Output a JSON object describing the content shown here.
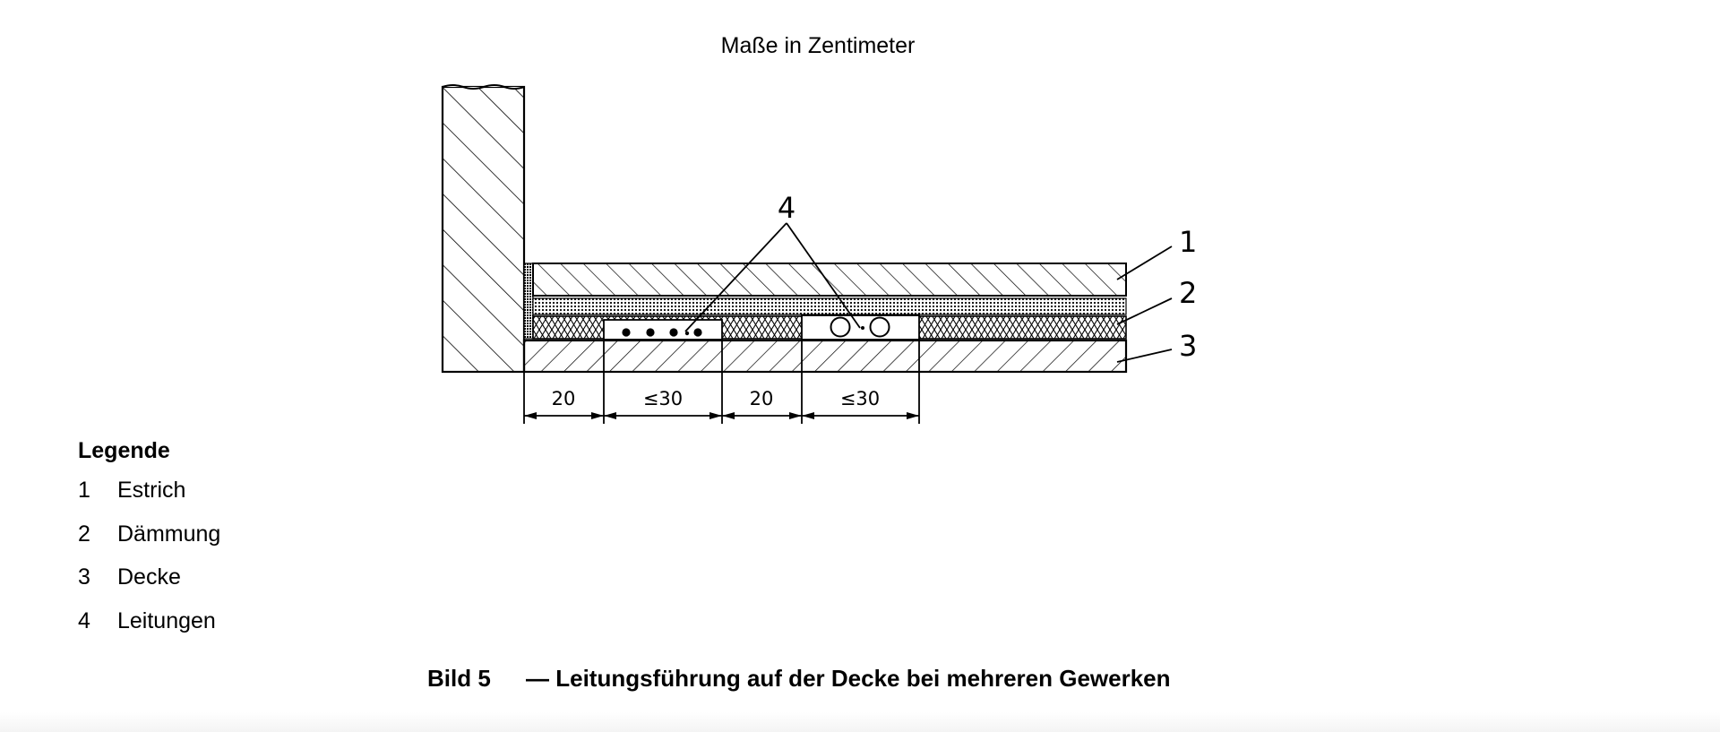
{
  "units_note": "Maße in Zentimeter",
  "dimensions": [
    "20",
    "≤30",
    "20",
    "≤30"
  ],
  "callouts": [
    "1",
    "2",
    "3",
    "4"
  ],
  "legend": {
    "title": "Legende",
    "items": [
      {
        "number": "1",
        "label": "Estrich"
      },
      {
        "number": "2",
        "label": "Dämmung"
      },
      {
        "number": "3",
        "label": "Decke"
      },
      {
        "number": "4",
        "label": "Leitungen"
      }
    ]
  },
  "caption": {
    "label": "Bild 5",
    "text": "— Leitungsführung auf der Decke bei mehreren Gewerken"
  }
}
